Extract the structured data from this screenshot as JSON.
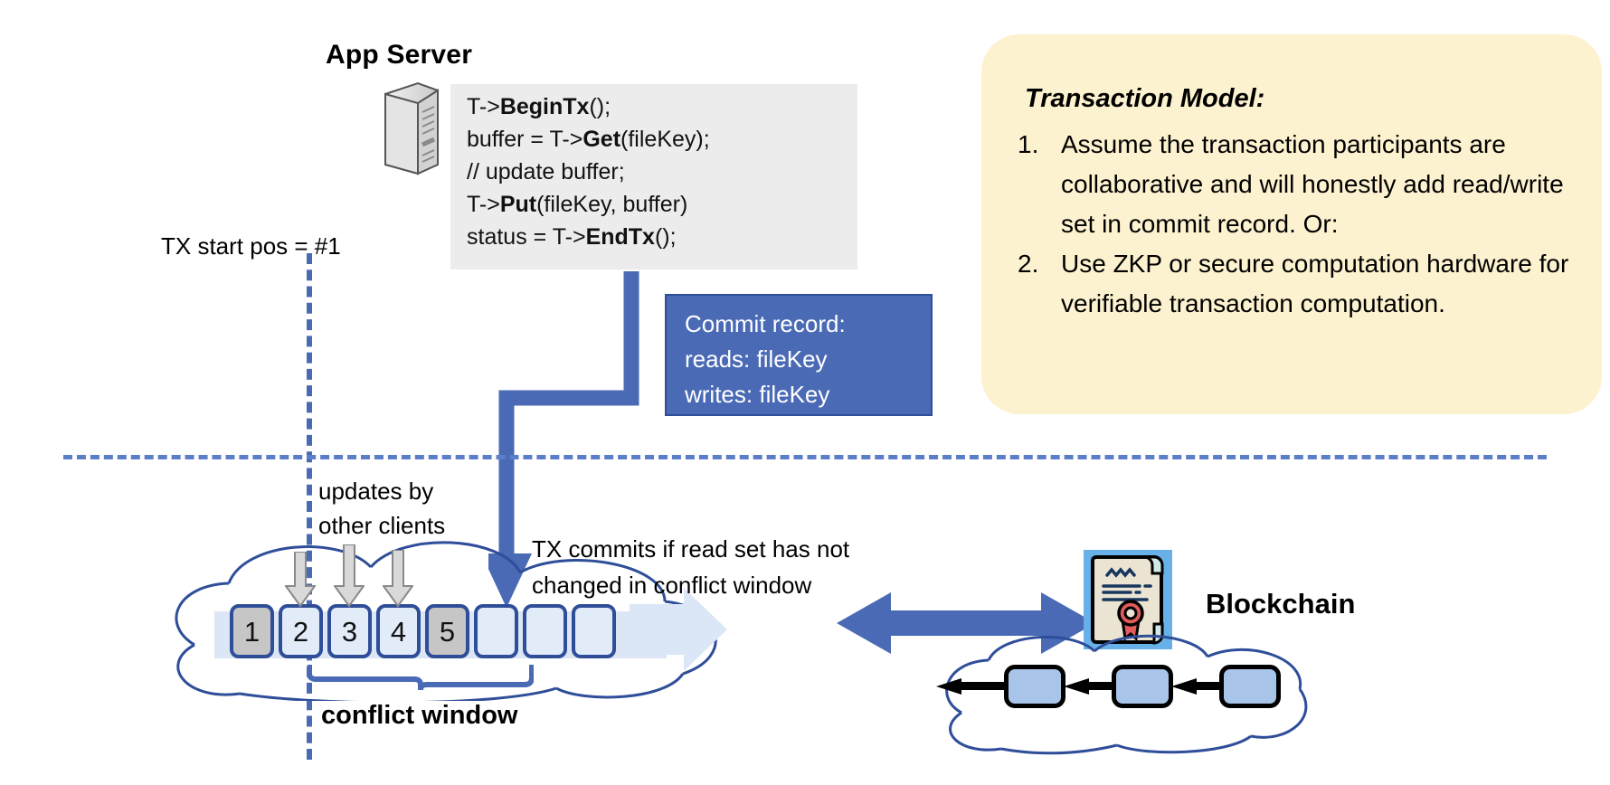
{
  "app_server": {
    "title": "App Server",
    "icon": "server-icon",
    "code": [
      {
        "plain1": "T->",
        "bold": "BeginTx",
        "plain2": "();"
      },
      {
        "plain1": "buffer = T->",
        "bold": "Get",
        "plain2": "(fileKey);"
      },
      {
        "plain1": "// update buffer;",
        "bold": "",
        "plain2": ""
      },
      {
        "plain1": "T->",
        "bold": "Put",
        "plain2": "(fileKey, buffer)"
      },
      {
        "plain1": "status = T->",
        "bold": "EndTx",
        "plain2": "();"
      }
    ]
  },
  "tx_start": {
    "label": "TX start pos = #1"
  },
  "commit_record": {
    "title": "Commit record:",
    "reads": "reads: fileKey",
    "writes": "writes: fileKey"
  },
  "txn_model": {
    "title": "Transaction Model:",
    "items": [
      {
        "num": "1.",
        "text": "Assume the transaction participants are collaborative and will honestly add read/write set in commit record.  Or:"
      },
      {
        "num": "2.",
        "text": "Use ZKP or secure computation hardware for verifiable transaction computation."
      }
    ]
  },
  "ledger": {
    "updates_label_line1": "updates by",
    "updates_label_line2": "other clients",
    "commits_label_line1": "TX commits if read set has not",
    "commits_label_line2": "changed in conflict window",
    "conflict_window_label": "conflict window",
    "blocks": [
      {
        "label": "1",
        "highlight": true
      },
      {
        "label": "2",
        "highlight": false
      },
      {
        "label": "3",
        "highlight": false
      },
      {
        "label": "4",
        "highlight": false
      },
      {
        "label": "5",
        "highlight": true
      },
      {
        "label": "",
        "highlight": false
      },
      {
        "label": "",
        "highlight": false
      },
      {
        "label": "",
        "highlight": false
      }
    ]
  },
  "blockchain": {
    "title": "Blockchain",
    "cert_icon": "certificate-icon",
    "blocks": [
      "",
      "",
      ""
    ]
  },
  "colors": {
    "accent_blue": "#4a6ab5",
    "dark_blue": "#2f4e99",
    "callout_yellow": "#fdf2cf",
    "code_bg": "#ececec",
    "block_fill": "#e2ecf9",
    "block_highlight": "#c6c6c6",
    "strip": "#dce6f4",
    "cert_bg": "#67b0e8",
    "bc_block": "#a8c4e8"
  }
}
